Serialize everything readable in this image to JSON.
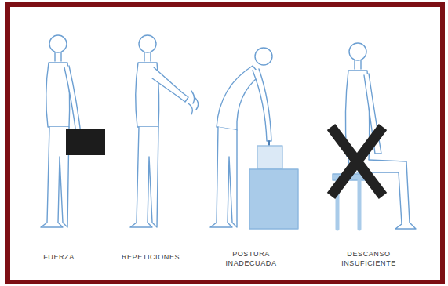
{
  "diagram": {
    "labels": [
      "FUERZA",
      "REPETICIONES",
      "POSTURA INADECUADA",
      "DESCANSO INSUFICIENTE"
    ]
  }
}
